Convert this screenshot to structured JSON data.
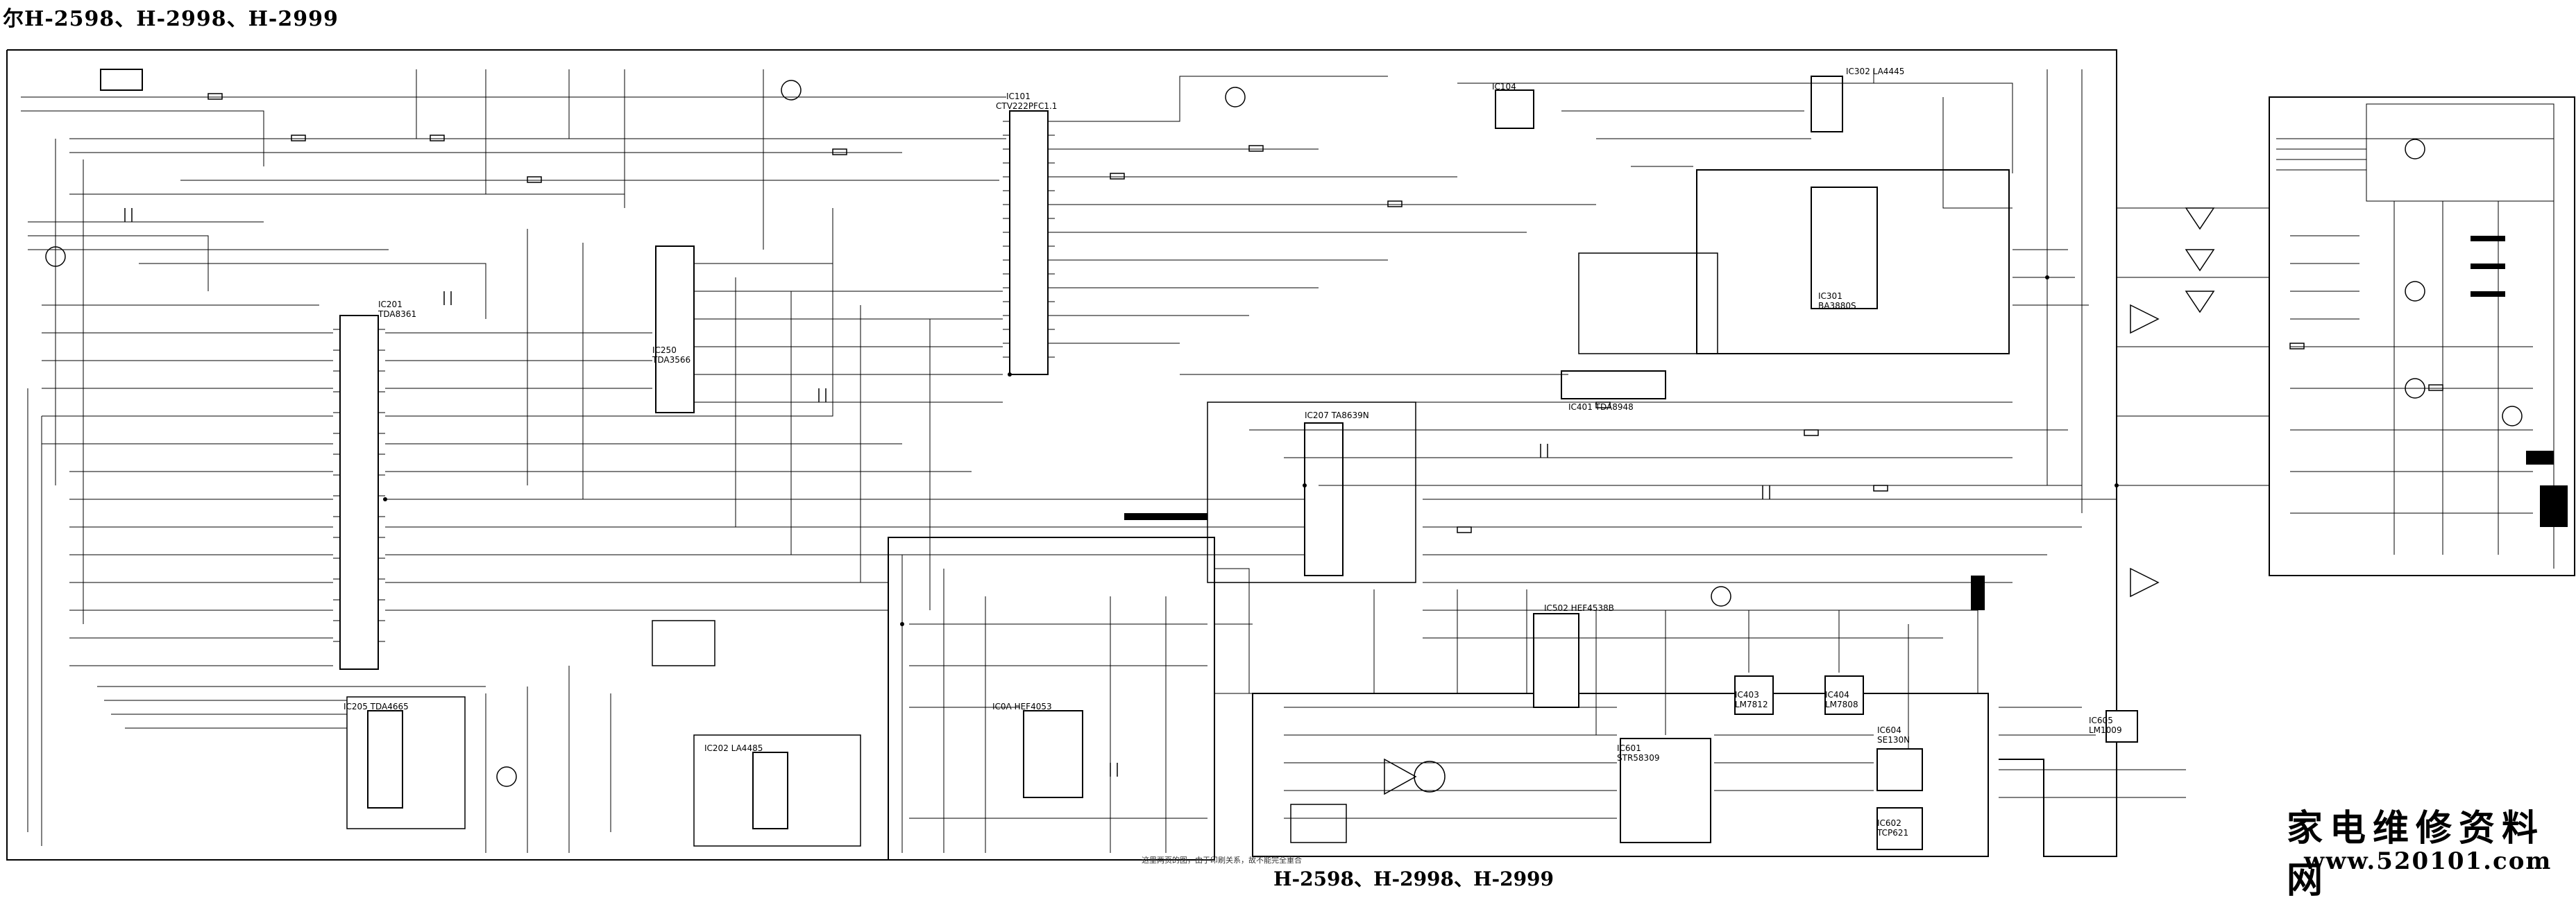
{
  "header": {
    "title": "尔H-2598、H-2998、H-2999"
  },
  "footer": {
    "title": "H-2598、H-2998、H-2999",
    "note": "这里两页的图，由于印刷关系，故不能完全重合"
  },
  "watermark": {
    "site_name": "家电维修资料网",
    "url": "www.520101.com"
  },
  "ic_labels": [
    {
      "id": "ic101",
      "text": "IC101"
    },
    {
      "id": "ic101-part",
      "text": "CTV222PFC1.1"
    },
    {
      "id": "ic104",
      "text": "IC104"
    },
    {
      "id": "ic302",
      "text": "IC302 LA4445"
    },
    {
      "id": "ic201",
      "text": "IC201"
    },
    {
      "id": "ic201-part",
      "text": "TDA8361"
    },
    {
      "id": "ic250",
      "text": "IC250"
    },
    {
      "id": "ic250-part",
      "text": "TDA3566"
    },
    {
      "id": "ic301",
      "text": "IC301"
    },
    {
      "id": "ic301-part",
      "text": "BA3880S"
    },
    {
      "id": "ic401",
      "text": "IC401 TDA8948"
    },
    {
      "id": "ic207",
      "text": "IC207 TA8639N"
    },
    {
      "id": "ic502",
      "text": "IC502 HEF4538B"
    },
    {
      "id": "ic403",
      "text": "IC403"
    },
    {
      "id": "ic403-part",
      "text": "LM7812"
    },
    {
      "id": "ic404",
      "text": "IC404"
    },
    {
      "id": "ic404-part",
      "text": "LM7808"
    },
    {
      "id": "ic205",
      "text": "IC205 TDA4665"
    },
    {
      "id": "ic202",
      "text": "IC202 LA4485"
    },
    {
      "id": "ic0a",
      "text": "IC0A HEF4053"
    },
    {
      "id": "ic601",
      "text": "IC601"
    },
    {
      "id": "ic601-part",
      "text": "STR58309"
    },
    {
      "id": "ic604",
      "text": "IC604"
    },
    {
      "id": "ic604-part",
      "text": "SE130N"
    },
    {
      "id": "ic602",
      "text": "IC602"
    },
    {
      "id": "ic602-part",
      "text": "TCP621"
    },
    {
      "id": "ic605",
      "text": "IC605"
    },
    {
      "id": "ic605-part",
      "text": "LM1009"
    }
  ],
  "colors": {
    "ink": "#000000",
    "paper": "#ffffff"
  }
}
